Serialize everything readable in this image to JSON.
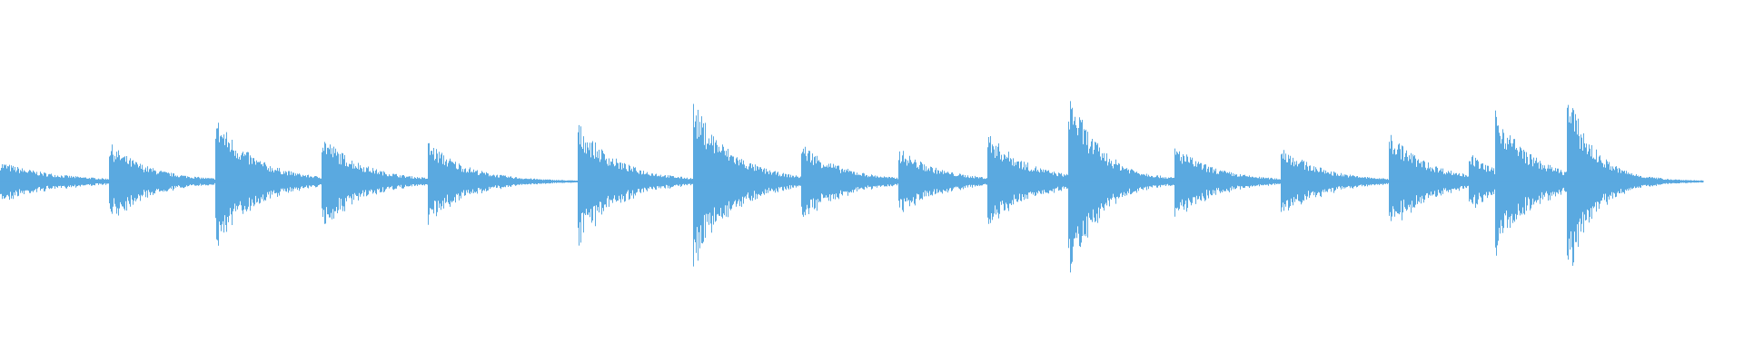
{
  "waveform": {
    "color": "#5aa9e0",
    "background": "#ffffff",
    "duration": 1,
    "end": 0.977,
    "transients": [
      {
        "t": 0.0,
        "amp": 0.12,
        "decay": 0.03,
        "level": 0.02
      },
      {
        "t": 0.062,
        "amp": 0.26,
        "decay": 0.022,
        "level": 0.02
      },
      {
        "t": 0.123,
        "amp": 0.45,
        "decay": 0.022,
        "level": 0.02
      },
      {
        "t": 0.184,
        "amp": 0.32,
        "decay": 0.022,
        "level": 0.02
      },
      {
        "t": 0.245,
        "amp": 0.28,
        "decay": 0.022,
        "level": 0.01
      },
      {
        "t": 0.331,
        "amp": 0.4,
        "decay": 0.022,
        "level": 0.02
      },
      {
        "t": 0.397,
        "amp": 0.55,
        "decay": 0.022,
        "level": 0.02
      },
      {
        "t": 0.459,
        "amp": 0.26,
        "decay": 0.022,
        "level": 0.02
      },
      {
        "t": 0.515,
        "amp": 0.22,
        "decay": 0.022,
        "level": 0.02
      },
      {
        "t": 0.566,
        "amp": 0.32,
        "decay": 0.022,
        "level": 0.03
      },
      {
        "t": 0.612,
        "amp": 0.65,
        "decay": 0.018,
        "level": 0.02
      },
      {
        "t": 0.673,
        "amp": 0.24,
        "decay": 0.022,
        "level": 0.02
      },
      {
        "t": 0.734,
        "amp": 0.24,
        "decay": 0.022,
        "level": 0.02
      },
      {
        "t": 0.796,
        "amp": 0.34,
        "decay": 0.022,
        "level": 0.02
      },
      {
        "t": 0.842,
        "amp": 0.18,
        "decay": 0.015,
        "level": 0.03
      },
      {
        "t": 0.857,
        "amp": 0.5,
        "decay": 0.02,
        "level": 0.02
      },
      {
        "t": 0.898,
        "amp": 0.65,
        "decay": 0.015,
        "level": 0.02
      }
    ]
  }
}
